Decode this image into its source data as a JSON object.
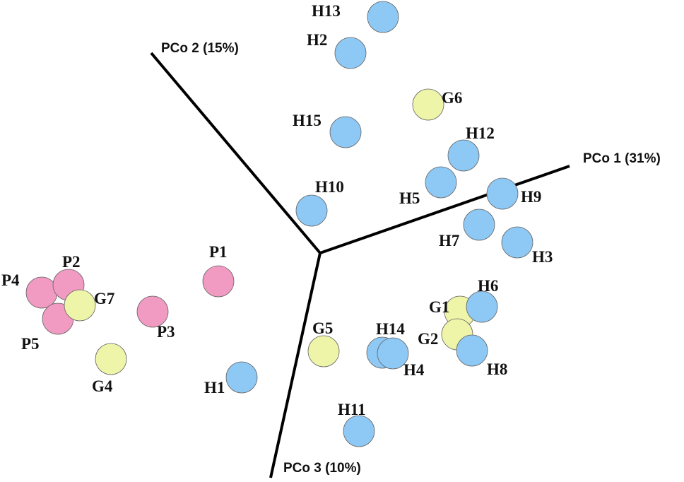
{
  "chart_data": {
    "type": "scatter",
    "subtype": "3d-pcoa-projection",
    "axes": [
      {
        "name": "PCo 1",
        "label": "PCo 1 (31%)"
      },
      {
        "name": "PCo 2",
        "label": "PCo 2 (15%)"
      },
      {
        "name": "PCo 3",
        "label": "PCo 3 (10%)"
      }
    ],
    "groups": [
      {
        "name": "H",
        "color": "#8ec8f4"
      },
      {
        "name": "G",
        "color": "#eef5a8"
      },
      {
        "name": "P",
        "color": "#f19ac2"
      }
    ],
    "points": [
      {
        "label": "H13",
        "group": "H"
      },
      {
        "label": "H2",
        "group": "H"
      },
      {
        "label": "G6",
        "group": "G"
      },
      {
        "label": "H15",
        "group": "H"
      },
      {
        "label": "H12",
        "group": "H"
      },
      {
        "label": "H5",
        "group": "H"
      },
      {
        "label": "H9",
        "group": "H"
      },
      {
        "label": "H10",
        "group": "H"
      },
      {
        "label": "H7",
        "group": "H"
      },
      {
        "label": "H3",
        "group": "H"
      },
      {
        "label": "P1",
        "group": "P"
      },
      {
        "label": "P4",
        "group": "P"
      },
      {
        "label": "P2",
        "group": "P"
      },
      {
        "label": "P5",
        "group": "P"
      },
      {
        "label": "G7",
        "group": "G"
      },
      {
        "label": "P3",
        "group": "P"
      },
      {
        "label": "G4",
        "group": "G"
      },
      {
        "label": "H1",
        "group": "H"
      },
      {
        "label": "G5",
        "group": "G"
      },
      {
        "label": "H14",
        "group": "H"
      },
      {
        "label": "H4",
        "group": "H"
      },
      {
        "label": "G1",
        "group": "G"
      },
      {
        "label": "G2",
        "group": "G"
      },
      {
        "label": "H6",
        "group": "H"
      },
      {
        "label": "H8",
        "group": "H"
      },
      {
        "label": "H11",
        "group": "H"
      }
    ]
  }
}
